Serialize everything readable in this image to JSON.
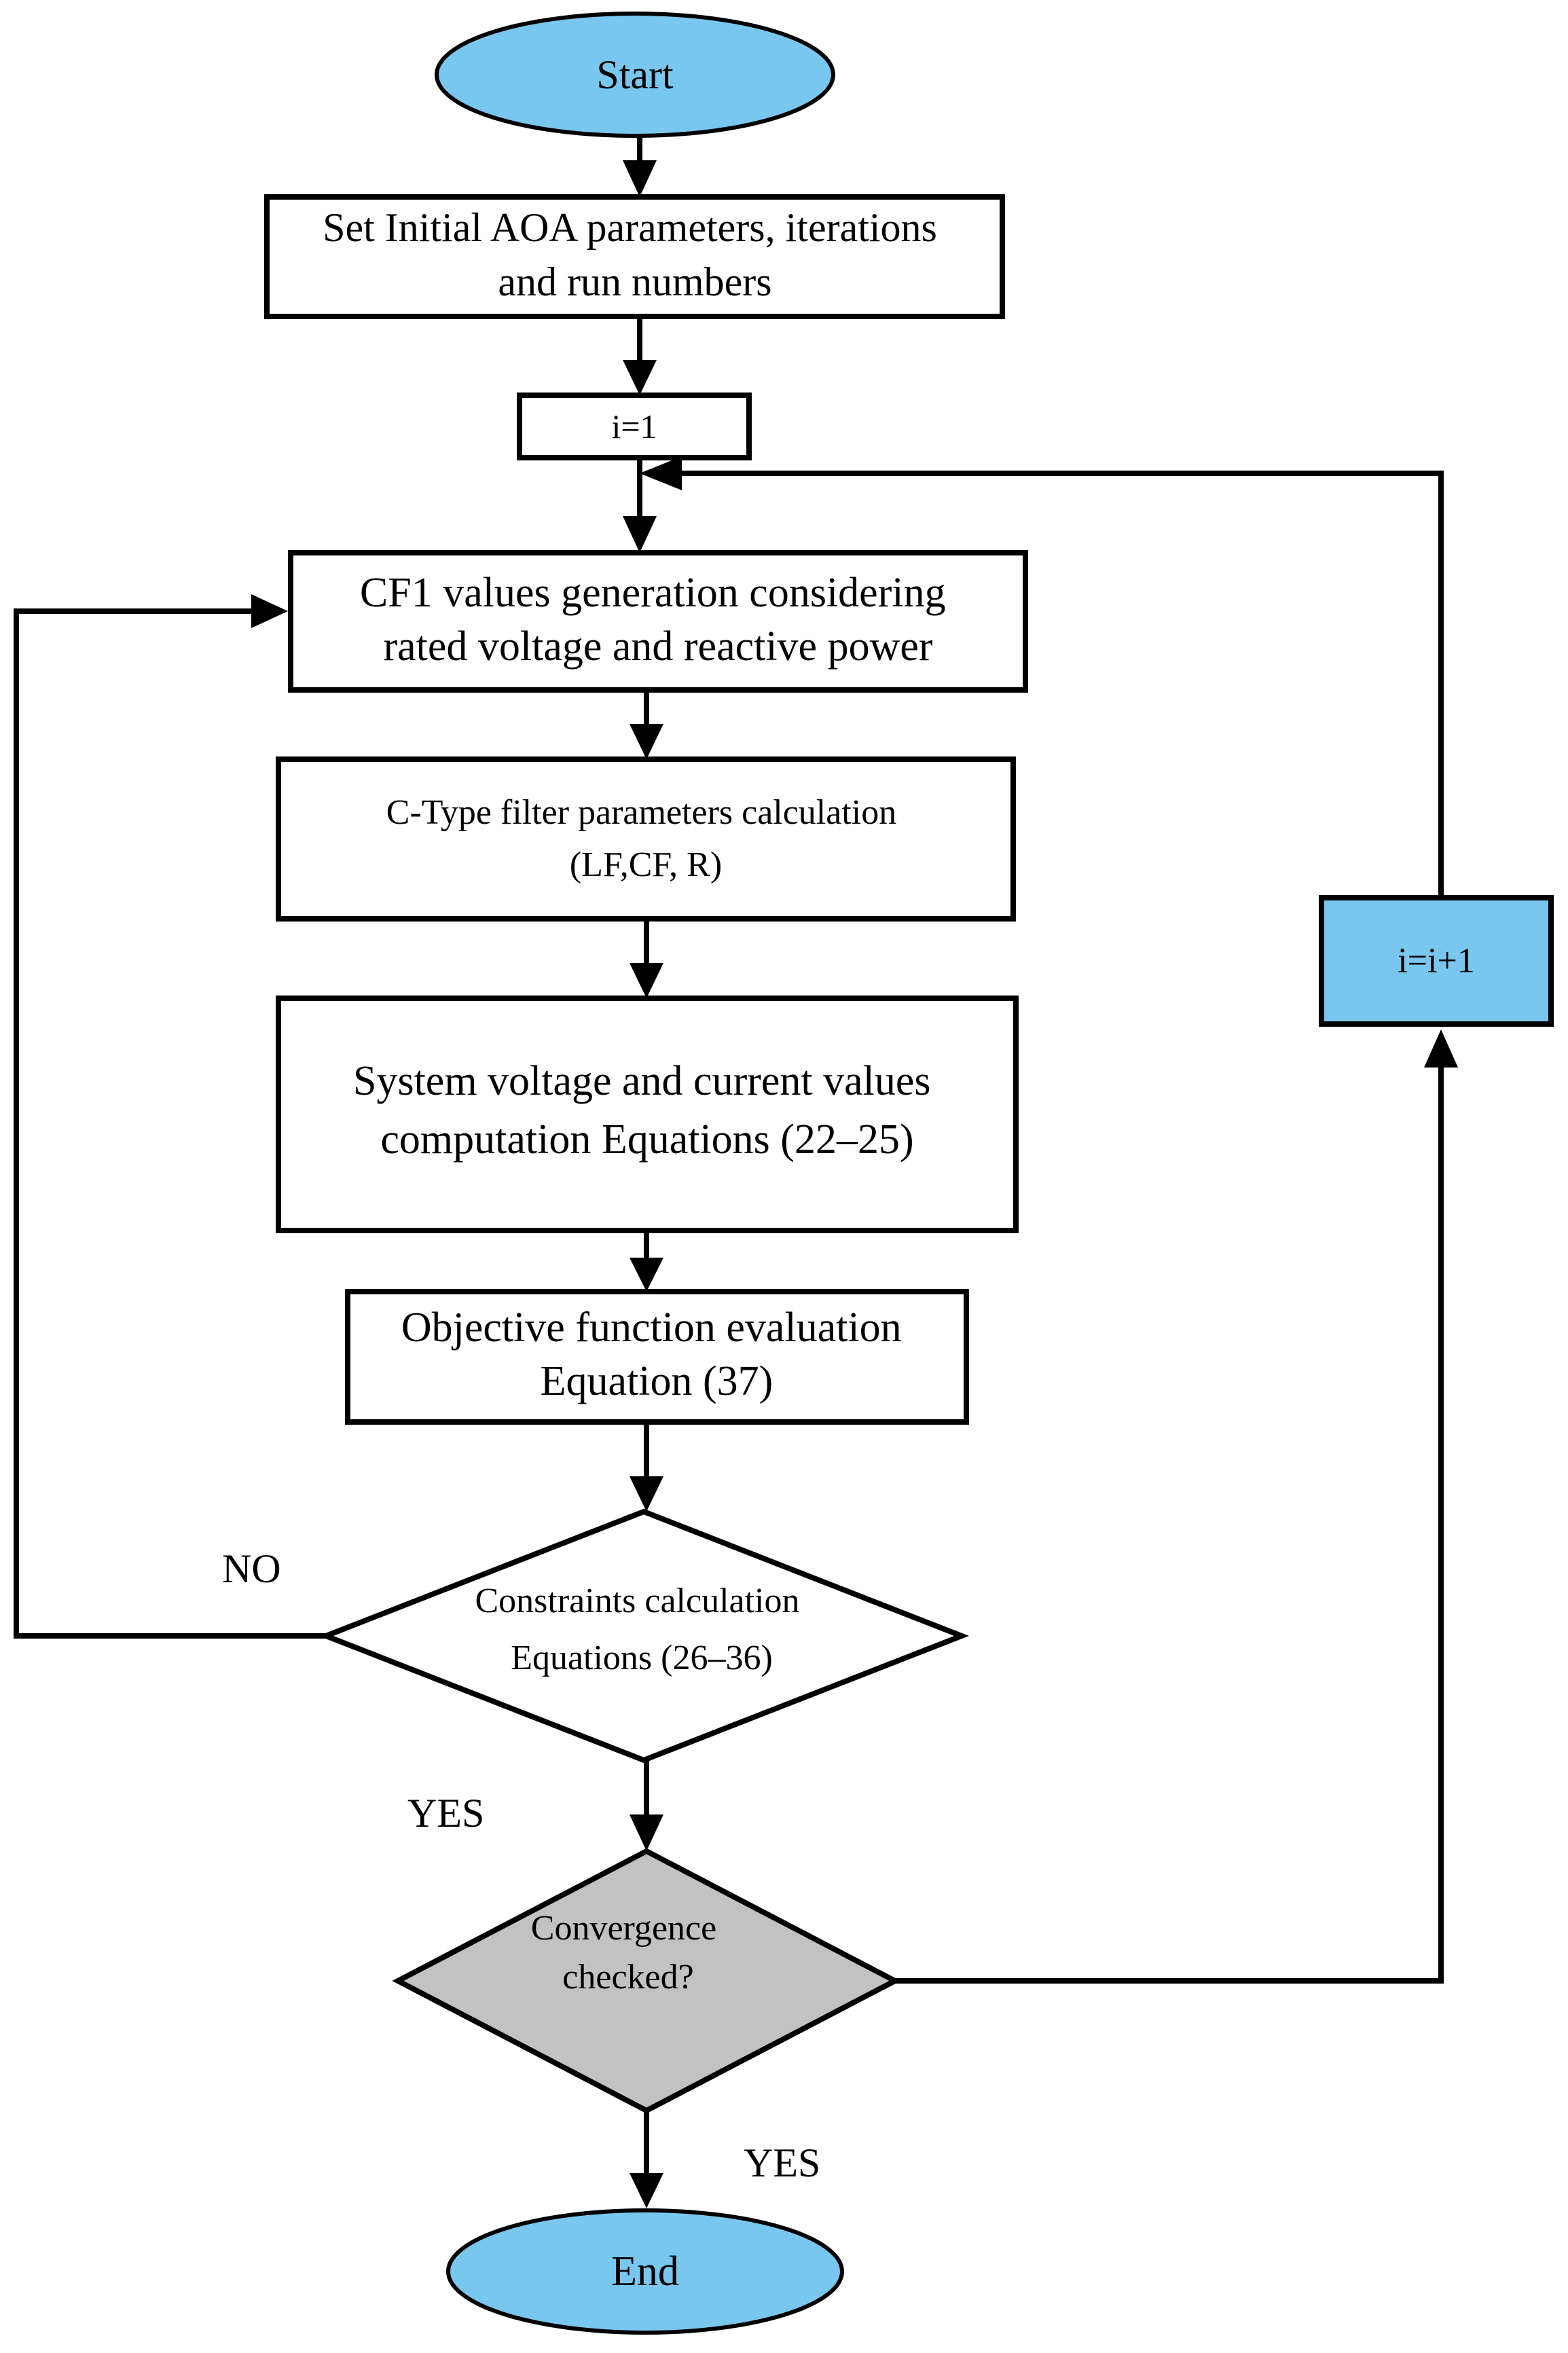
{
  "colors": {
    "terminal_fill": "#79c7ef",
    "loop_fill": "#79c7ef",
    "convergence_fill": "#c2c2c2",
    "box_fill": "#ffffff",
    "stroke": "#000000"
  },
  "nodes": {
    "start": "Start",
    "set_params": [
      "Set Initial AOA parameters, iterations",
      "and run numbers"
    ],
    "init_i": "i=1",
    "cf1": [
      "CF1 values generation considering",
      "rated voltage and reactive power"
    ],
    "ctype": [
      "C-Type filter parameters calculation",
      "(LF,CF, R)"
    ],
    "system": [
      "System voltage and current values",
      "computation Equations (22–25)"
    ],
    "objective": [
      "Objective function evaluation",
      "Equation (37)"
    ],
    "constraints": [
      "Constraints  calculation",
      "Equations (26–36)"
    ],
    "convergence": [
      "Convergence",
      "checked?"
    ],
    "increment": "i=i+1",
    "end": "End"
  },
  "labels": {
    "no": "NO",
    "yes_constraints": "YES",
    "yes_convergence": "YES"
  }
}
